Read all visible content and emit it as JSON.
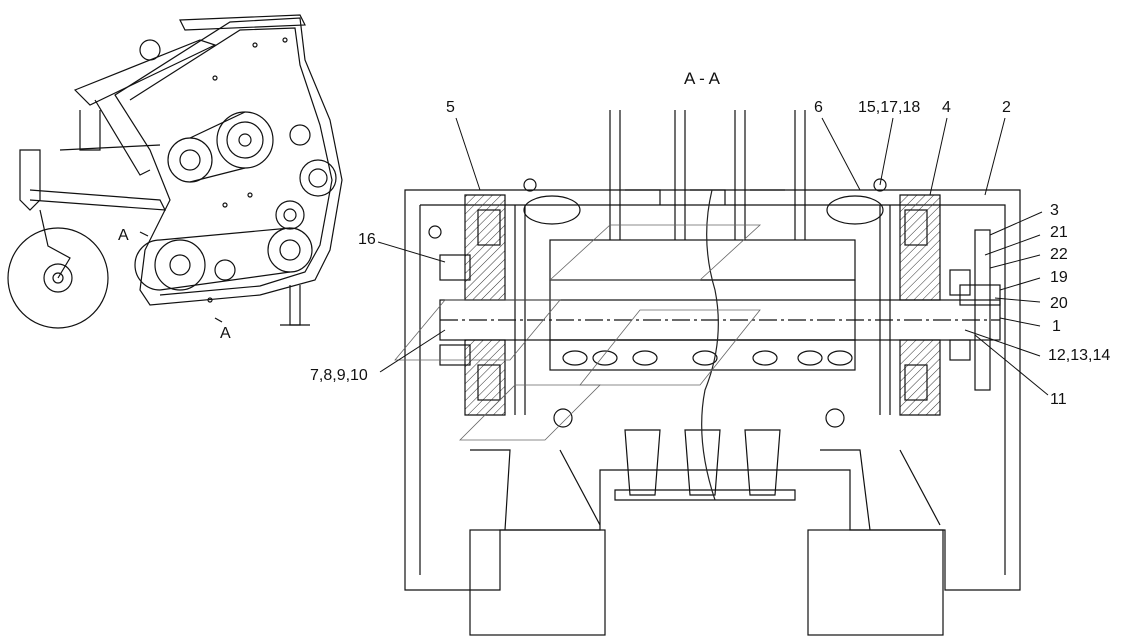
{
  "section_title": "A - A",
  "side_view": {
    "section_mark_upper": "A",
    "section_mark_lower": "A"
  },
  "callouts": {
    "c1": "1",
    "c2": "2",
    "c3": "3",
    "c4": "4",
    "c5": "5",
    "c6": "6",
    "c7_10": "7,8,9,10",
    "c11": "11",
    "c12_14": "12,13,14",
    "c15_18": "15,17,18",
    "c16": "16",
    "c19": "19",
    "c20": "20",
    "c21": "21",
    "c22": "22"
  }
}
